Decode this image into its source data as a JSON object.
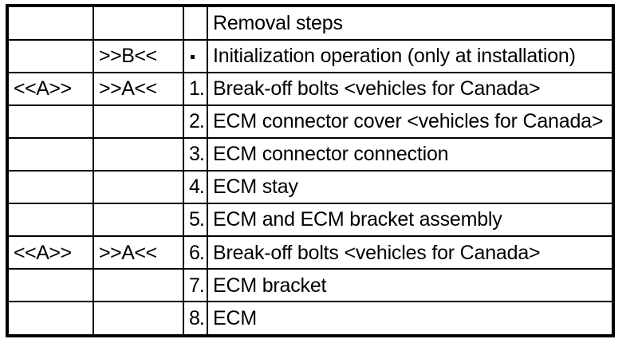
{
  "table": {
    "columns": [
      {
        "key": "ref_a",
        "header": ""
      },
      {
        "key": "ref_b",
        "header": ""
      },
      {
        "key": "num",
        "header": ""
      },
      {
        "key": "text",
        "header": "Removal steps"
      }
    ],
    "header_row": {
      "ref_a": "",
      "ref_b": "",
      "num": "",
      "text": "Removal steps"
    },
    "rows": [
      {
        "ref_a": "",
        "ref_b": ">>B<<",
        "num": "·",
        "num_is_dot": true,
        "text": "Initialization operation (only at installation)"
      },
      {
        "ref_a": "<<A>>",
        "ref_b": ">>A<<",
        "num": "1.",
        "num_is_dot": false,
        "text": "Break-off bolts <vehicles for Canada>"
      },
      {
        "ref_a": "",
        "ref_b": "",
        "num": "2.",
        "num_is_dot": false,
        "text": "ECM connector cover <vehicles for Canada>"
      },
      {
        "ref_a": "",
        "ref_b": "",
        "num": "3.",
        "num_is_dot": false,
        "text": "ECM connector connection"
      },
      {
        "ref_a": "",
        "ref_b": "",
        "num": "4.",
        "num_is_dot": false,
        "text": "ECM stay"
      },
      {
        "ref_a": "",
        "ref_b": "",
        "num": "5.",
        "num_is_dot": false,
        "text": "ECM and ECM bracket assembly"
      },
      {
        "ref_a": "<<A>>",
        "ref_b": ">>A<<",
        "num": "6.",
        "num_is_dot": false,
        "text": "Break-off bolts <vehicles for Canada>"
      },
      {
        "ref_a": "",
        "ref_b": "",
        "num": "7.",
        "num_is_dot": false,
        "text": "ECM bracket"
      },
      {
        "ref_a": "",
        "ref_b": "",
        "num": "8.",
        "num_is_dot": false,
        "text": "ECM"
      }
    ]
  },
  "colors": {
    "border": "#000000",
    "background": "#ffffff",
    "text": "#000000"
  }
}
